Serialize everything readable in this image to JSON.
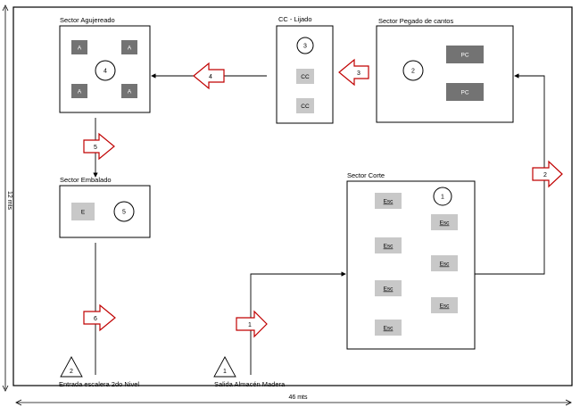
{
  "sectors": {
    "agujereado": {
      "title": "Sector Agujereado",
      "machine_label": "A",
      "step": "4"
    },
    "lijado": {
      "title": "CC - Lijado",
      "machine_label": "CC",
      "step": "3"
    },
    "pegado": {
      "title": "Sector Pegado de cantos",
      "machine_label": "PC",
      "step": "2"
    },
    "embalado": {
      "title": "Sector Embalado",
      "machine_label": "E",
      "step": "5"
    },
    "corte": {
      "title": "Sector Corte",
      "machine_label": "Esc",
      "step": "1"
    }
  },
  "flow_arrows": [
    "1",
    "2",
    "3",
    "4",
    "5",
    "6"
  ],
  "endpoints": {
    "entrada": {
      "label": "Entrada escalera 2do Nivel",
      "step": "2"
    },
    "salida": {
      "label": "Salida Almacén Madera",
      "step": "1"
    }
  },
  "dimensions": {
    "width": "46 mts",
    "height": "12 mts"
  },
  "colors": {
    "dark_box": "#737373",
    "light_box": "#c8c8c8",
    "arrow": "#c00000"
  }
}
